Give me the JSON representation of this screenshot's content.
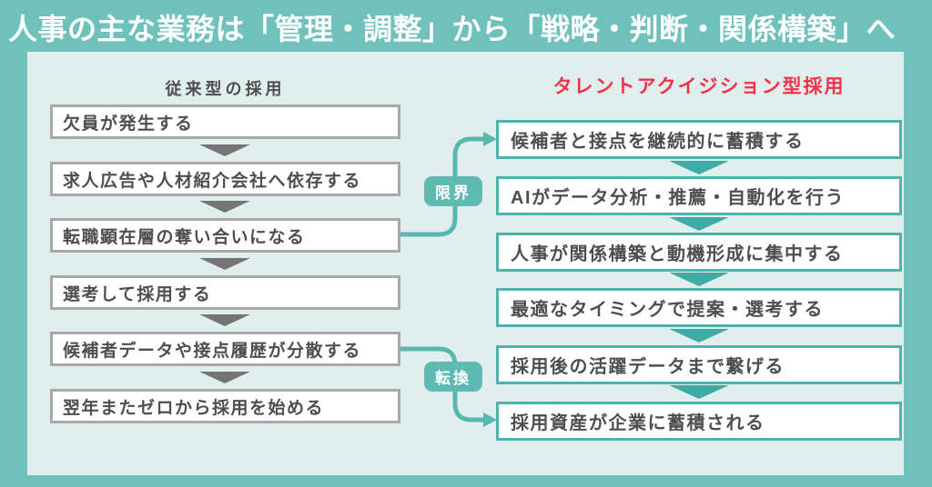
{
  "title": "人事の主な業務は「管理・調整」から「戦略・判断・関係構築」へ",
  "left_flow": {
    "header": "従来型の採用",
    "steps": [
      "欠員が発生する",
      "求人広告や人材紹介会社へ依存する",
      "転職顕在層の奪い合いになる",
      "選考して採用する",
      "候補者データや接点履歴が分散する",
      "翌年またゼロから採用を始める"
    ]
  },
  "right_flow": {
    "header": "タレントアクイジション型採用",
    "steps": [
      "候補者と接点を継続的に蓄積する",
      "AIがデータ分析・推薦・自動化を行う",
      "人事が関係構築と動機形成に集中する",
      "最適なタイミングで提案・選考する",
      "採用後の活躍データまで繋げる",
      "採用資産が企業に蓄積される"
    ]
  },
  "connectors": [
    {
      "label": "限界",
      "from_left_step": 3,
      "to_right_step": 1
    },
    {
      "label": "転換",
      "from_left_step": 5,
      "to_right_step": 6
    }
  ],
  "colors": {
    "frame_teal": "#6fc2bc",
    "panel_mint": "#e0efee",
    "header_red": "#f03249",
    "teal_accent": "#3eaca5",
    "teal_box_border": "#4fb3ad",
    "connector_line": "#59b7b1",
    "badge_bg": "#5fbab4",
    "gray_box_border": "#a9a9a9",
    "gray_arrow": "#757575",
    "text_dark": "#4e4e4e",
    "title_white": "#ffffff"
  }
}
